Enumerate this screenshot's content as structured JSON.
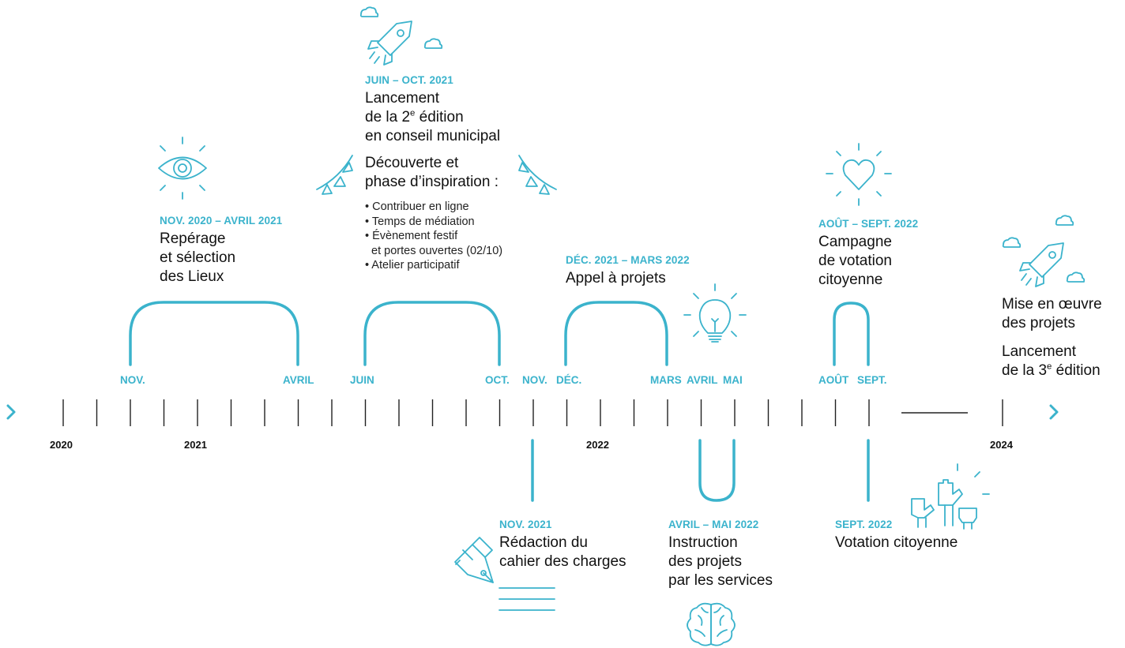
{
  "accent_color": "#3bb3cc",
  "years": [
    "2020",
    "2021",
    "2022",
    "2024"
  ],
  "months": {
    "nov_2020": "NOV.",
    "avril_2021": "AVRIL",
    "juin": "JUIN",
    "oct": "OCT.",
    "nov_2021": "NOV.",
    "dec": "DÉC.",
    "mars": "MARS",
    "avril_2022": "AVRIL",
    "mai": "MAI",
    "aout": "AOÛT",
    "sept": "SEPT."
  },
  "events": {
    "reperage": {
      "date": "NOV. 2020 – AVRIL 2021",
      "lines": [
        "Repérage",
        "et sélection",
        "des Lieux"
      ],
      "icon": "eye-icon"
    },
    "lancement": {
      "date": "JUIN – OCT. 2021",
      "line1": "Lancement",
      "line2_pre": "de la 2",
      "line2_sup": "e",
      "line2_post": " édition",
      "line3": "en conseil municipal",
      "sub_lines": [
        "Découverte et",
        "phase d’inspiration :"
      ],
      "bullets": [
        "• Contribuer en ligne",
        "• Temps de médiation",
        "• Évènement festif",
        "  et portes ouvertes (02/10)",
        "• Atelier participatif"
      ],
      "icon": "rocket-icon"
    },
    "appel": {
      "date": "DÉC. 2021 – MARS 2022",
      "lines": [
        "Appel à projets"
      ],
      "icon": "lightbulb-icon"
    },
    "campagne": {
      "date": "AOÛT – SEPT. 2022",
      "lines": [
        "Campagne",
        "de votation",
        "citoyenne"
      ],
      "icon": "heart-icon"
    },
    "mise_en_oeuvre": {
      "lines": [
        "Mise en œuvre",
        "des projets"
      ],
      "lancement3_line1": "Lancement",
      "lancement3_pre": "de la 3",
      "lancement3_sup": "e",
      "lancement3_post": " édition",
      "icon": "rocket-icon"
    },
    "redaction": {
      "date": "NOV. 2021",
      "lines": [
        "Rédaction du",
        "cahier des charges"
      ],
      "icon": "pen-icon"
    },
    "instruction": {
      "date": "AVRIL – MAI 2022",
      "lines": [
        "Instruction",
        "des projets",
        "par les services"
      ],
      "icon": "brain-icon"
    },
    "votation": {
      "date": "SEPT. 2022",
      "lines": [
        "Votation citoyenne"
      ],
      "icon": "raised-hands-icon"
    }
  }
}
